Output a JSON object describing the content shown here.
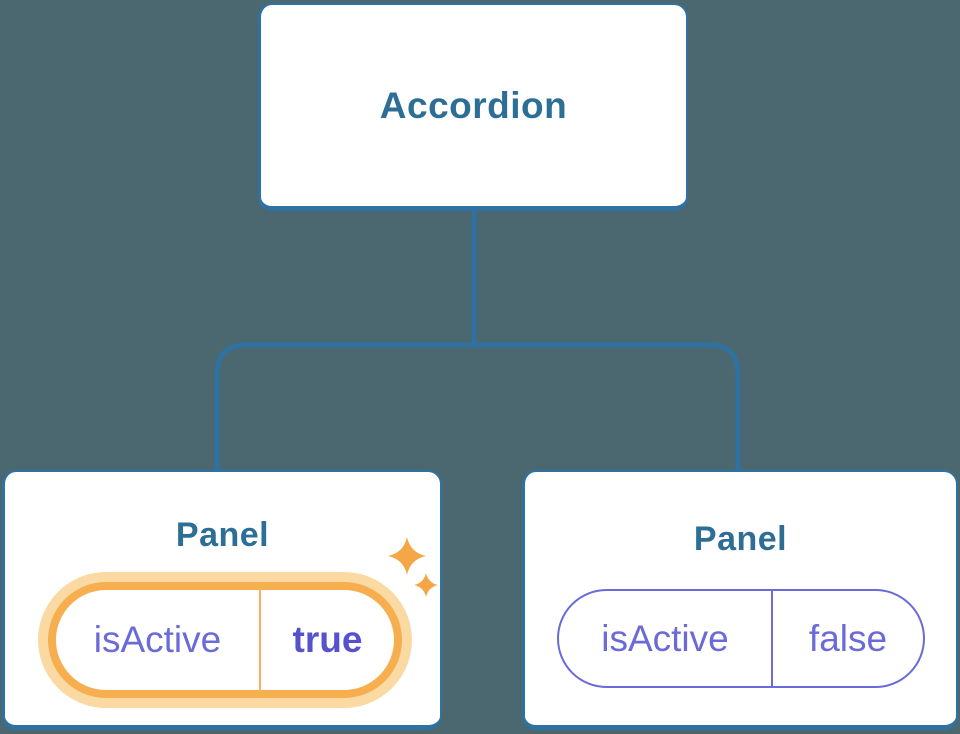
{
  "background_color": "#4b6870",
  "colors": {
    "connector_blue": "#2f71a0",
    "node_border_blue": "#2f71a0",
    "node_text_blue": "#2d6e96",
    "prop_purple": "#6a6ad8",
    "prop_value_purple": "#5652ce",
    "highlight_orange": "#f6ae4f",
    "highlight_halo": "#fbd9a2",
    "highlight_divider": "#f4b25c",
    "sparkle_orange": "#f5a747"
  },
  "tree": {
    "root": {
      "label": "Accordion"
    },
    "children": [
      {
        "title": "Panel",
        "prop_name": "isActive",
        "prop_value": "true",
        "state": "active-highlighted"
      },
      {
        "title": "Panel",
        "prop_name": "isActive",
        "prop_value": "false",
        "state": "inactive"
      }
    ]
  },
  "icons": [
    {
      "name": "sparkles-icon",
      "depicts": "two four-pointed sparkle stars highlighting the updated prop"
    }
  ]
}
